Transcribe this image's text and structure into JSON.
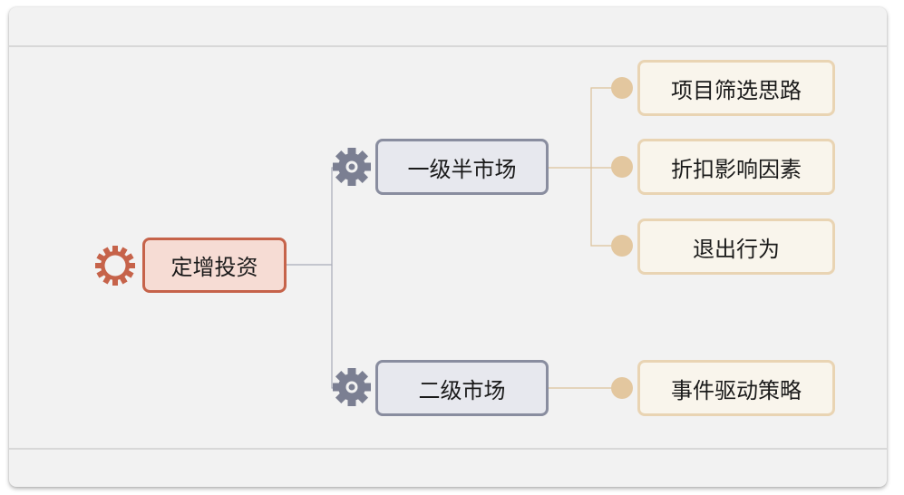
{
  "colors": {
    "root_fill": "#f6dcd4",
    "root_border": "#c6634a",
    "branch_fill": "#e7e8ee",
    "branch_border": "#898d9f",
    "leaf_fill": "#f9f5ec",
    "leaf_border": "#e9d4b3",
    "leaf_dot": "#e3c79f",
    "gear_gray": "#7b7f92"
  },
  "mindmap": {
    "root": {
      "label": "定增投资",
      "icon": "sun-gear-icon"
    },
    "branches": [
      {
        "label": "一级半市场",
        "icon": "gear-icon",
        "children": [
          {
            "label": "项目筛选思路"
          },
          {
            "label": "折扣影响因素"
          },
          {
            "label": "退出行为"
          }
        ]
      },
      {
        "label": "二级市场",
        "icon": "gear-icon",
        "children": [
          {
            "label": "事件驱动策略"
          }
        ]
      }
    ]
  }
}
